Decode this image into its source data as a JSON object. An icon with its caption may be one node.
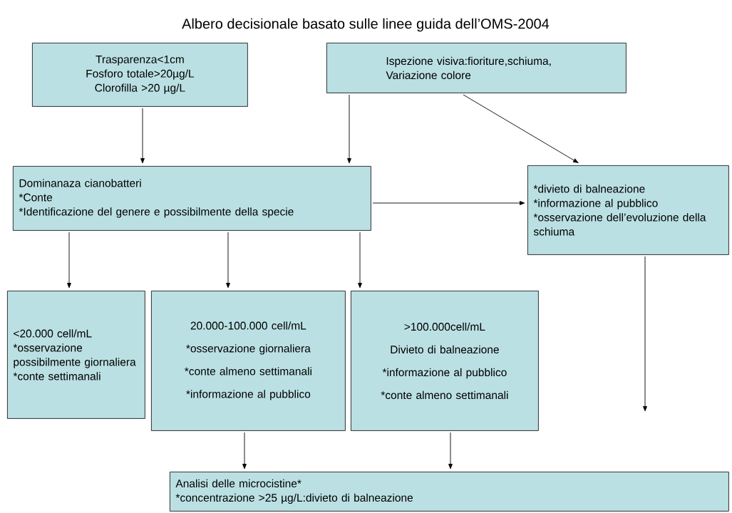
{
  "diagram": {
    "title": "Albero decisionale basato sulle linee guida dell’OMS-2004",
    "nodes": [
      {
        "text": [
          "Trasparenza<1cm",
          "Fosforo totale>20µg/L",
          "Clorofilla >20 µg/L"
        ]
      },
      {
        "text": [
          "Ispezione visiva:fioriture,schiuma, Variazione colore"
        ]
      },
      {
        "text": [
          "Dominanaza cianobatteri",
          "*Conte",
          "*Identificazione del genere e possibilmente della specie"
        ]
      },
      {
        "text": [
          "*divieto di balneazione",
          "*informazione al pubblico",
          "*osservazione dell’evoluzione della schiuma"
        ]
      },
      {
        "text": [
          "<20.000 cell/mL",
          "*osservazione possibilmente giornaliera",
          "*conte settimanali"
        ]
      },
      {
        "text": [
          "20.000-100.000 cell/mL",
          "*osservazione giornaliera",
          "*conte almeno settimanali",
          "*informazione al pubblico"
        ]
      },
      {
        "text": [
          ">100.000cell/mL",
          "Divieto di balneazione",
          "*informazione al pubblico",
          "*conte almeno settimanali"
        ]
      },
      {
        "text": [
          "Analisi delle microcistine*",
          "*concentrazione >25 µg/L:divieto di balneazione"
        ]
      }
    ],
    "edges": [
      {
        "from": 0,
        "to": 2,
        "arrow": "to"
      },
      {
        "from": 1,
        "to": 2,
        "arrow": "to"
      },
      {
        "from": 1,
        "to": 3,
        "arrow": "to"
      },
      {
        "from": 2,
        "to": 3,
        "arrow": "to"
      },
      {
        "from": 2,
        "to": 4,
        "arrow": "to"
      },
      {
        "from": 2,
        "to": 5,
        "arrow": "to"
      },
      {
        "from": 2,
        "to": 6,
        "arrow": "to"
      },
      {
        "from": 3,
        "to": null,
        "arrow": "to"
      },
      {
        "from": 5,
        "to": 7,
        "arrow": "to"
      },
      {
        "from": 6,
        "to": 7,
        "arrow": "to"
      }
    ]
  }
}
